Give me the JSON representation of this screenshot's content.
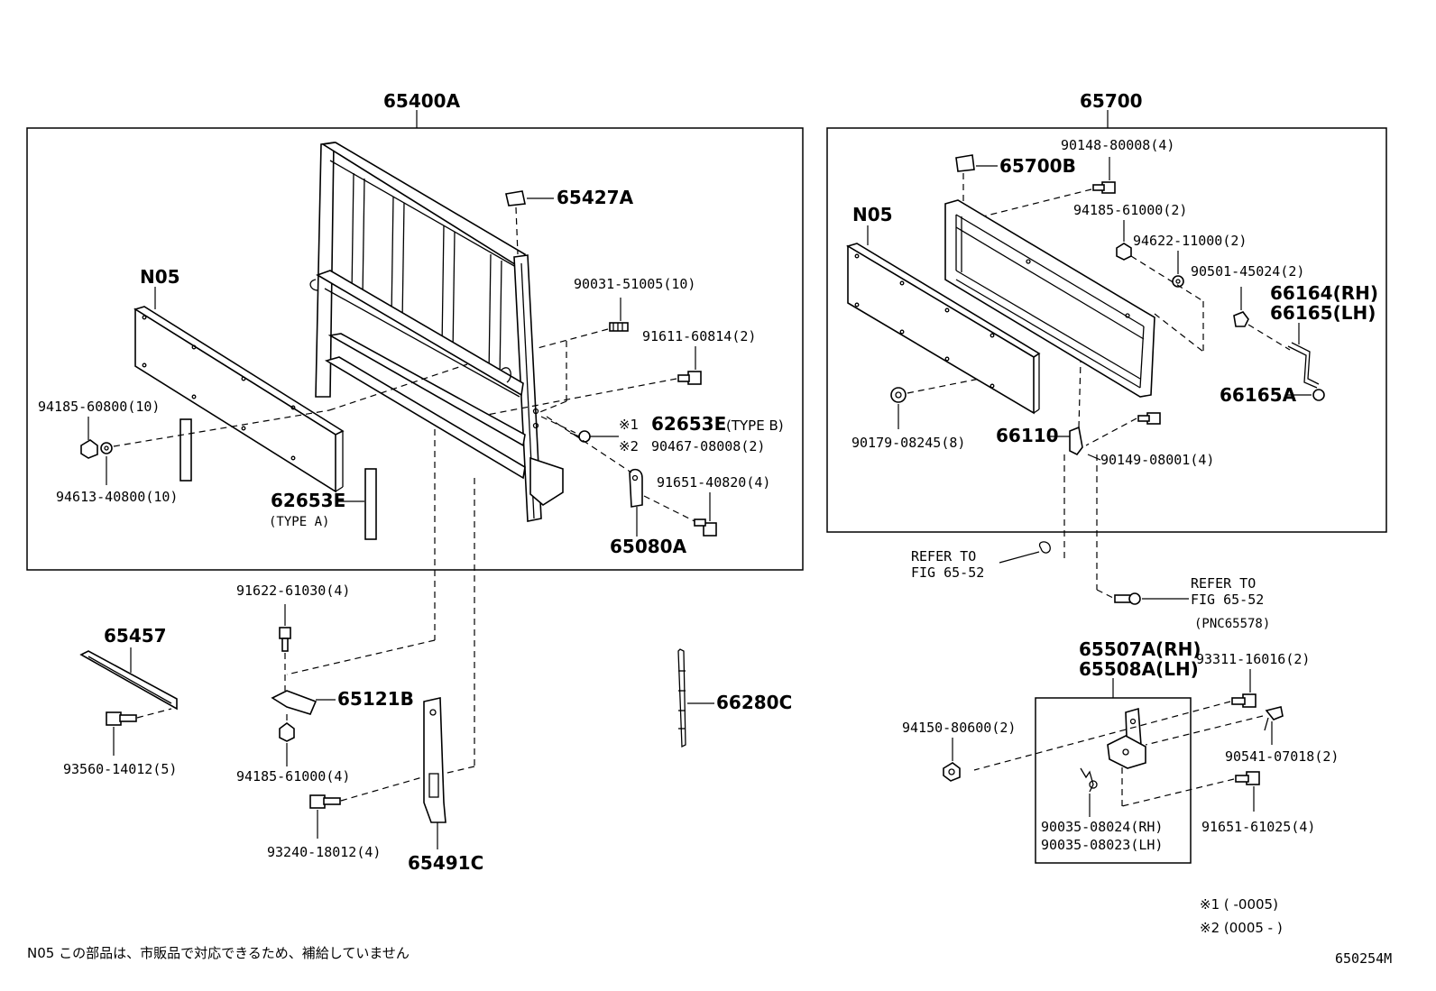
{
  "diagram_id": "650254M",
  "note_text": "N05  この部品は、市販品で対応できるため、補給していません",
  "footnotes": {
    "f1": "※1 (      -0005)",
    "f2": "※2 (0005 -      )"
  },
  "groups": {
    "left": "65400A",
    "right": "65700",
    "hinge": "65507A(RH)",
    "hinge2": "65508A(LH)"
  },
  "labels": {
    "l65427A": "65427A",
    "lN05a": "N05",
    "l90031": "90031-51005(10)",
    "l91611": "91611-60814(2)",
    "l94185a": "94185-60800(10)",
    "l62653EB": "62653E",
    "l62653EBtype": "(TYPE B)",
    "l90467": "90467-08008(2)",
    "l91651a": "91651-40820(4)",
    "l94613": "94613-40800(10)",
    "l62653EA": "62653E",
    "l62653EAtype": "(TYPE A)",
    "l65080A": "65080A",
    "l91622": "91622-61030(4)",
    "l65457": "65457",
    "l65121B": "65121B",
    "l66280C": "66280C",
    "l93560": "93560-14012(5)",
    "l94185b": "94185-61000(4)",
    "l93240": "93240-18012(4)",
    "l65491C": "65491C",
    "l65700B": "65700B",
    "l90148": "90148-80008(4)",
    "lN05b": "N05",
    "l94185c": "94185-61000(2)",
    "l94622": "94622-11000(2)",
    "l90501": "90501-45024(2)",
    "l66164": "66164(RH)",
    "l66165": "66165(LH)",
    "l66165A": "66165A",
    "l90179": "90179-08245(8)",
    "l66110": "66110",
    "l90149": "90149-08001(4)",
    "lRefer1a": "REFER TO",
    "lRefer1b": "FIG 65-52",
    "lRefer2a": "REFER TO",
    "lRefer2b": "FIG 65-52",
    "lPnc": "(PNC65578)",
    "l93311": "93311-16016(2)",
    "l94150": "94150-80600(2)",
    "l90541": "90541-07018(2)",
    "l90035a": "90035-08024(RH)",
    "l90035b": "90035-08023(LH)",
    "l91651b": "91651-61025(4)",
    "mark1": "※1",
    "mark2": "※2"
  }
}
